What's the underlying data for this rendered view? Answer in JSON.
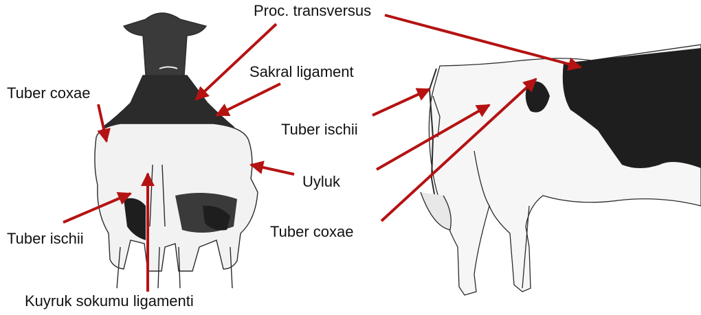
{
  "labels": {
    "proc_transversus": "Proc. transversus",
    "sakral_ligament": "Sakral ligament",
    "tuber_coxae_left": "Tuber coxae",
    "tuber_ischii_right": "Tuber ischii",
    "uyluk": "Uyluk",
    "tuber_coxae_right": "Tuber coxae",
    "tuber_ischii_left": "Tuber ischii",
    "kuyruk": "Kuyruk sokumu ligamenti"
  },
  "colors": {
    "arrow": "#b51212",
    "sketch": "#2a2a2a",
    "patch": "#1e1e1e"
  }
}
